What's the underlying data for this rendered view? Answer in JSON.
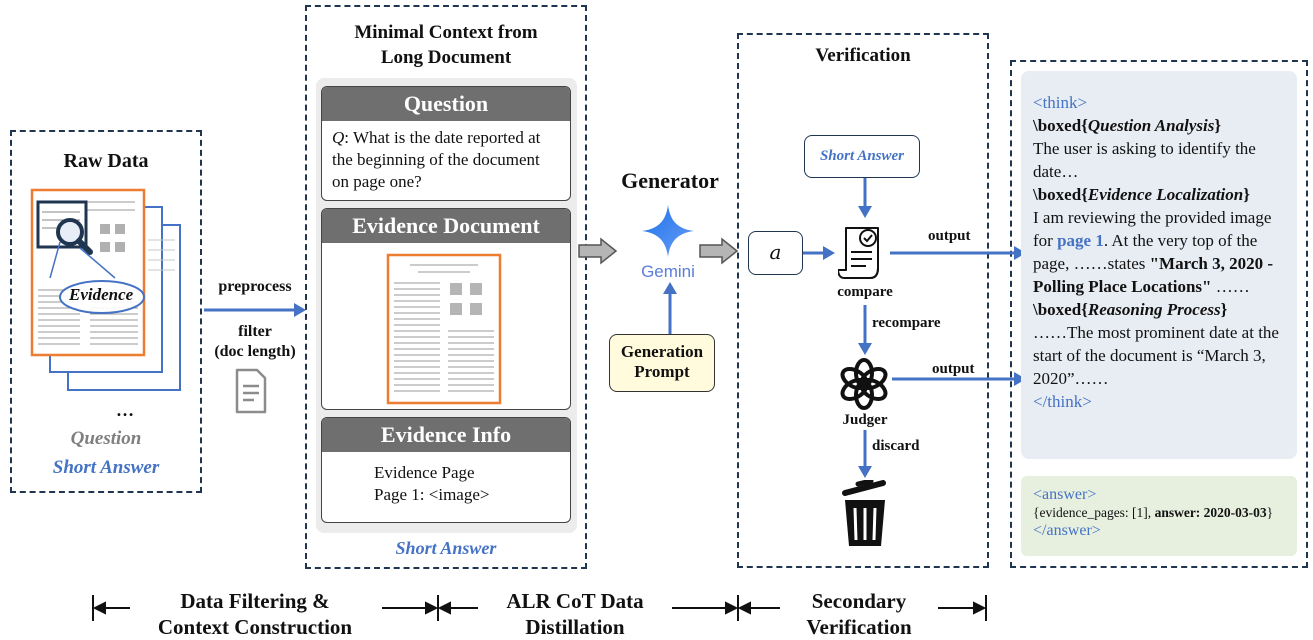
{
  "raw_data": {
    "title": "Raw Data",
    "evidence_label": "Evidence",
    "ellipsis": "…",
    "question": "Question",
    "short_answer": "Short Answer"
  },
  "preprocess": {
    "label": "preprocess",
    "filter_label_1": "filter",
    "filter_label_2": "(doc length)"
  },
  "minimal_context": {
    "title_line1": "Minimal Context from",
    "title_line2": "Long Document",
    "question_header": "Question",
    "question_q": "Q",
    "question_text": ": What is the date reported at the beginning of the document on page one?",
    "evidence_doc_header": "Evidence Document",
    "evidence_info_header": "Evidence Info",
    "evidence_info_line1": "Evidence Page",
    "evidence_info_line2": "Page 1: <image>",
    "short_answer": "Short Answer"
  },
  "generator": {
    "title": "Generator",
    "logo_text": "Gemini",
    "prompt_line1": "Generation",
    "prompt_line2": "Prompt"
  },
  "verification": {
    "title": "Verification",
    "short_answer": "Short Answer",
    "a_symbol": "a",
    "compare": "compare",
    "recompare": "recompare",
    "judger": "Judger",
    "discard": "discard",
    "output1": "output",
    "output2": "output"
  },
  "output": {
    "think_open": "<think>",
    "qa_boxed": "\\boxed{",
    "qa_title": "Question Analysis",
    "qa_close": "}",
    "qa_text": "The user is asking to identify the date…",
    "el_boxed": "\\boxed{",
    "el_title": "Evidence Localization",
    "el_close": "}",
    "el_text1": "I am reviewing the provided image for ",
    "el_page": "page 1",
    "el_text2": ". At the very top of the page, ……states ",
    "el_quote": "\"March 3, 2020 - Polling Place Locations\"",
    "el_text3": " ……",
    "rp_boxed": "\\boxed{",
    "rp_title": "Reasoning Process",
    "rp_close": "}",
    "rp_text": "……The most prominent date at the start of the document is “March 3, 2020”……",
    "think_close": "</think>",
    "answer_open": "<answer>",
    "answer_pages": "{evidence_pages: [1], ",
    "answer_value": "answer: 2020-03-03",
    "answer_brace": "}",
    "answer_close": "</answer>"
  },
  "stages": {
    "stage1_line1": "Data Filtering &",
    "stage1_line2": "Context Construction",
    "stage2_line1": "ALR CoT Data",
    "stage2_line2": "Distillation",
    "stage3_line1": "Secondary",
    "stage3_line2": "Verification"
  },
  "colors": {
    "accent_blue": "#4472c4",
    "orange": "#ed7d31",
    "dark_navy": "#1f3550",
    "card_header": "#6f6f6f",
    "prompt_fill": "#fffbdc"
  }
}
